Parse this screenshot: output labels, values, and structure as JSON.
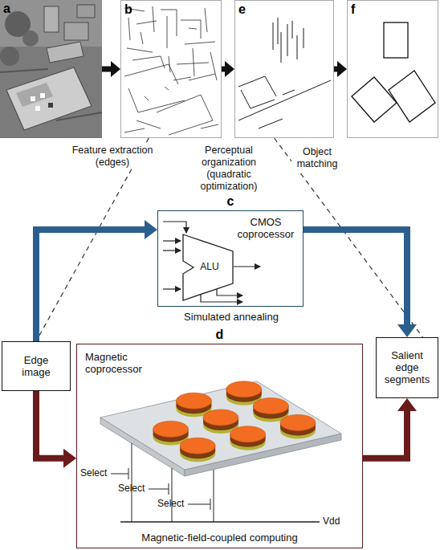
{
  "diagram": {
    "nodes": [
      {
        "text": [
          "a"
        ]
      },
      {
        "text": [
          "b"
        ]
      },
      {
        "text": [
          "e"
        ]
      },
      {
        "text": [
          "f"
        ]
      },
      {
        "text": [
          "c",
          "CMOS coprocessor",
          "Simulated annealing"
        ]
      },
      {
        "text": [
          "ALU"
        ],
        "in": 4
      },
      {
        "text": [
          "Edge image"
        ]
      },
      {
        "text": [
          "Salient edge segments"
        ]
      },
      {
        "text": [
          "d",
          "Magnetic coprocessor",
          "Magnetic-field-coupled computing"
        ]
      }
    ],
    "edges": [
      {
        "from": 0,
        "to": 1,
        "arrow": "to",
        "label": "Feature extraction (edges)"
      },
      {
        "from": 1,
        "to": 2,
        "arrow": "to",
        "label": "Perceptual organization (quadratic optimization)"
      },
      {
        "from": 2,
        "to": 3,
        "arrow": "to",
        "label": "Object matching"
      },
      {
        "from": 1,
        "to": 6,
        "arrow": "none"
      },
      {
        "from": 2,
        "to": 7,
        "arrow": "none"
      },
      {
        "from": 6,
        "to": 4,
        "arrow": "to"
      },
      {
        "from": 4,
        "to": 7,
        "arrow": "to"
      },
      {
        "from": 6,
        "to": 8,
        "arrow": "to"
      },
      {
        "from": 8,
        "to": 7,
        "arrow": "to"
      }
    ],
    "labels": [
      "Select",
      "Select",
      "Select",
      "Vdd"
    ]
  }
}
